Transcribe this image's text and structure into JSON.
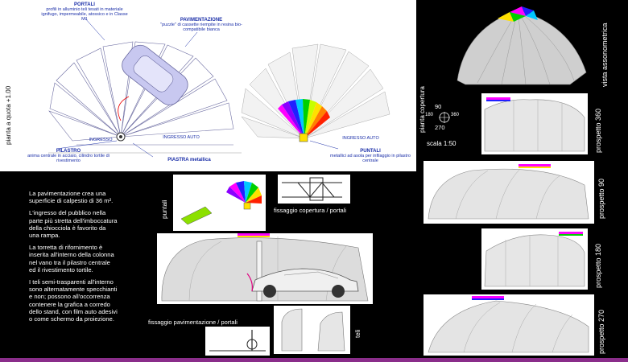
{
  "plan": {
    "portali_title": "PORTALI",
    "portali_text": "profili in alluminio teli tesati in materiale ignifugo, impermeabile, atossico e in Classe M1",
    "pav_title": "PAVIMENTAZIONE",
    "pav_text": "\"puzzle\" di cassette riempite in resina bio-compatibile bianca",
    "ingresso_1": "INGRESSO",
    "ingresso_2": "INGRESSO AUTO",
    "ingresso_3": "INGRESSO AUTO",
    "pilastro_title": "PILASTRO",
    "pilastro_text": "anima centrale in acciaio, cilindro tortile di rivestimento",
    "piastra": "PIASTRA metallica",
    "puntali_title": "PUNTALI",
    "puntali_text": "metallici ad asola per infilaggio in pilastro centrale",
    "vertical_label": "pianta a quota +1.00"
  },
  "views": {
    "pianta_copertura": "pianta copertura",
    "scala": "scala 1:50",
    "compass": {
      "n": "90",
      "w": "180",
      "e": "360",
      "s": "270"
    },
    "assonometrica": "vista assonometrica",
    "p360": "prospetto 360",
    "p90": "prospetto 90",
    "p180": "prospetto 180",
    "p270": "prospetto 270"
  },
  "details": {
    "puntali": "puntali",
    "fissaggio_copertura": "fissaggio copertura / portali",
    "fissaggio_pav": "fissaggio pavimentazione / portali",
    "teli": "teli"
  },
  "description": [
    "La pavimentazione crea una superficie di calpestio di 36 m².",
    "L'ingresso del pubblico nella parte più stretta dell'imboccatura della chiocciola è favorito da una rampa.",
    "La torretta di rifornimento è inserita all'interno della colonna nel vano tra il pilastro centrale ed il rivestimento tortile.",
    "I teli semi-trasparenti all'interno sono alternatamente specchianti e non; possono all'occorrenza contenere la grafica a corredo dello stand, con film auto adesivi o come schermo da proiezione."
  ],
  "colors": {
    "rainbow": [
      "#ff00ff",
      "#8a00ff",
      "#2020ff",
      "#00c8ff",
      "#00d000",
      "#c8ff00",
      "#ffe000",
      "#ff8000",
      "#ff2000"
    ],
    "plan_blue": "#1a2ea8",
    "bar": "#8a2d8a"
  }
}
